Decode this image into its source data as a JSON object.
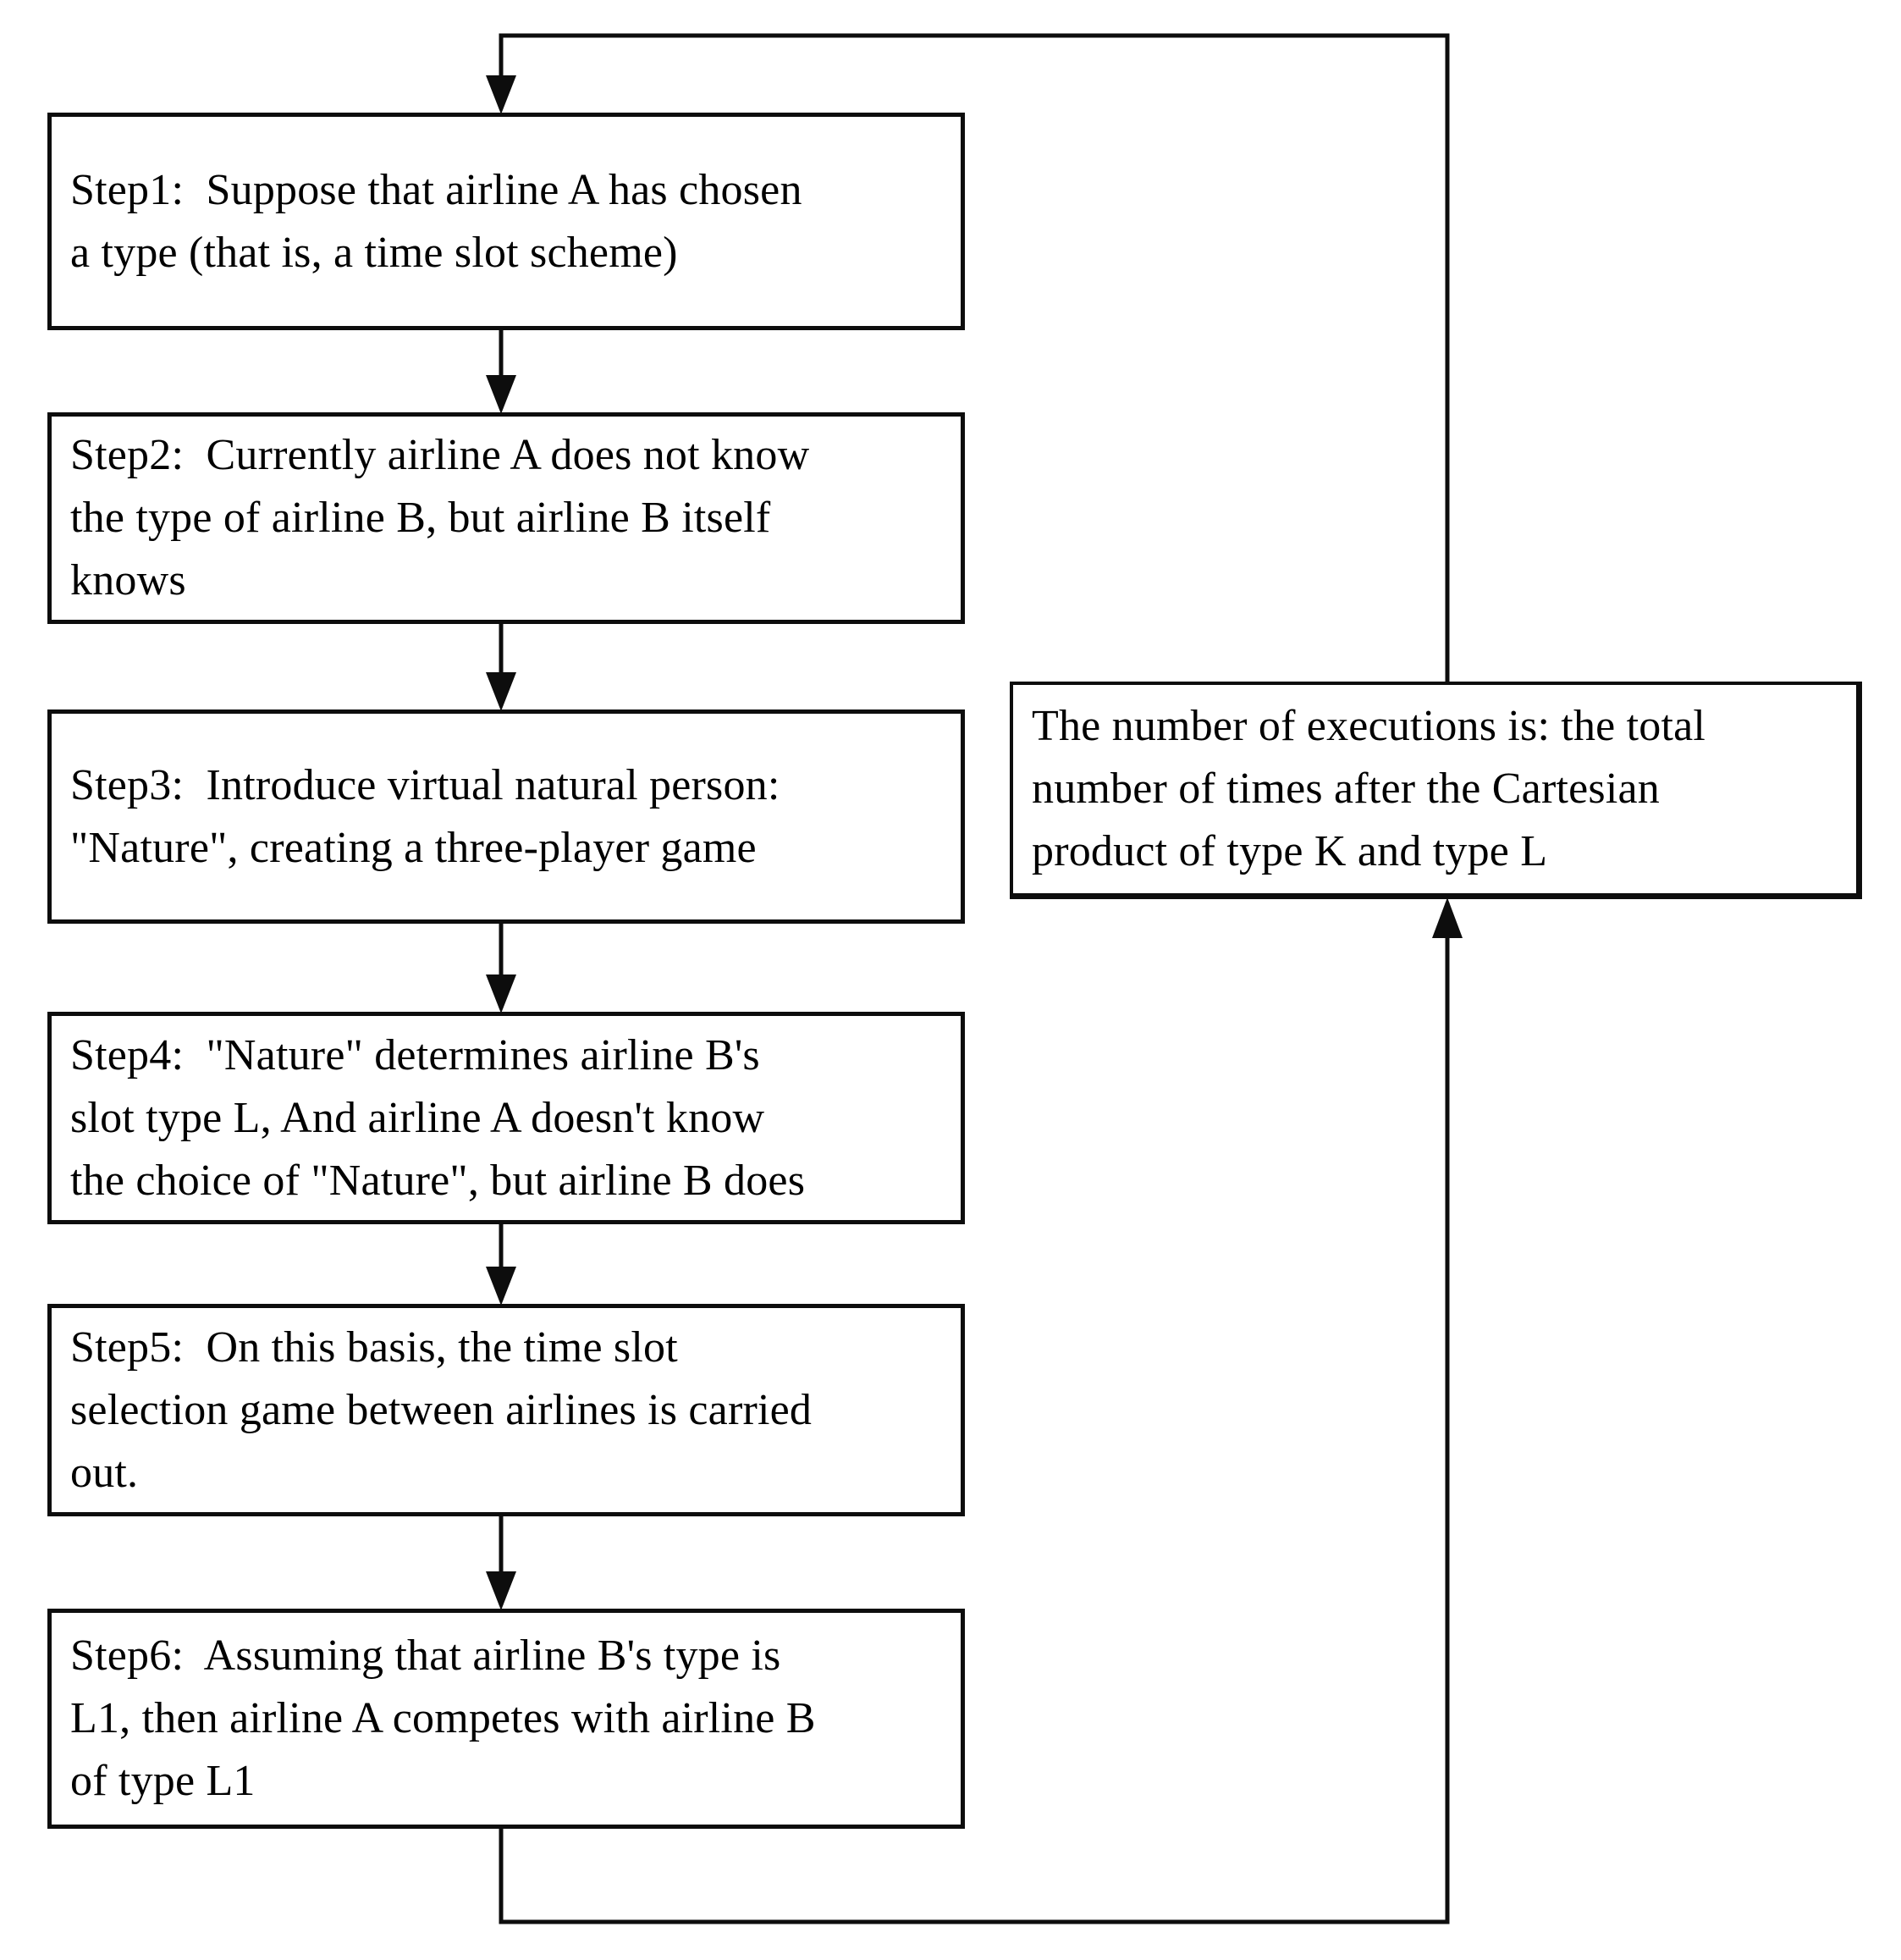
{
  "diagram": {
    "type": "flowchart",
    "colors": {
      "background": "#ffffff",
      "line": "#0d0d0d",
      "text": "#000000",
      "box_fill": "#ffffff"
    },
    "nodes": [
      {
        "id": "step1",
        "lines": [
          "Step1:  Suppose that airline A has chosen",
          "a type (that is, a time slot scheme)"
        ]
      },
      {
        "id": "step2",
        "lines": [
          "Step2:  Currently airline A does not know",
          "the type of airline B, but airline B itself",
          "knows"
        ]
      },
      {
        "id": "step3",
        "lines": [
          "Step3:  Introduce virtual natural person:",
          "\"Nature\", creating a three-player game"
        ]
      },
      {
        "id": "step4",
        "lines": [
          "Step4:  \"Nature\" determines airline B's",
          "slot type L, And airline A doesn't know",
          "the choice of \"Nature\", but airline B does"
        ]
      },
      {
        "id": "step5",
        "lines": [
          "Step5:  On this basis, the time slot",
          "selection game between airlines is carried",
          "out."
        ]
      },
      {
        "id": "step6",
        "lines": [
          "Step6:  Assuming that airline B's type is",
          "L1, then airline A competes with airline B",
          "of type L1"
        ]
      },
      {
        "id": "executions",
        "lines": [
          "The number of executions is: the total",
          "number of times after the Cartesian",
          "product of type K and type L"
        ]
      }
    ],
    "edges": [
      {
        "from": "step1",
        "to": "step2"
      },
      {
        "from": "step2",
        "to": "step3"
      },
      {
        "from": "step3",
        "to": "step4"
      },
      {
        "from": "step4",
        "to": "step5"
      },
      {
        "from": "step5",
        "to": "step6"
      },
      {
        "from": "step6",
        "to": "executions",
        "via": "bottom-right loop"
      },
      {
        "from": "executions",
        "to": "step1",
        "via": "right-top loop"
      }
    ]
  }
}
